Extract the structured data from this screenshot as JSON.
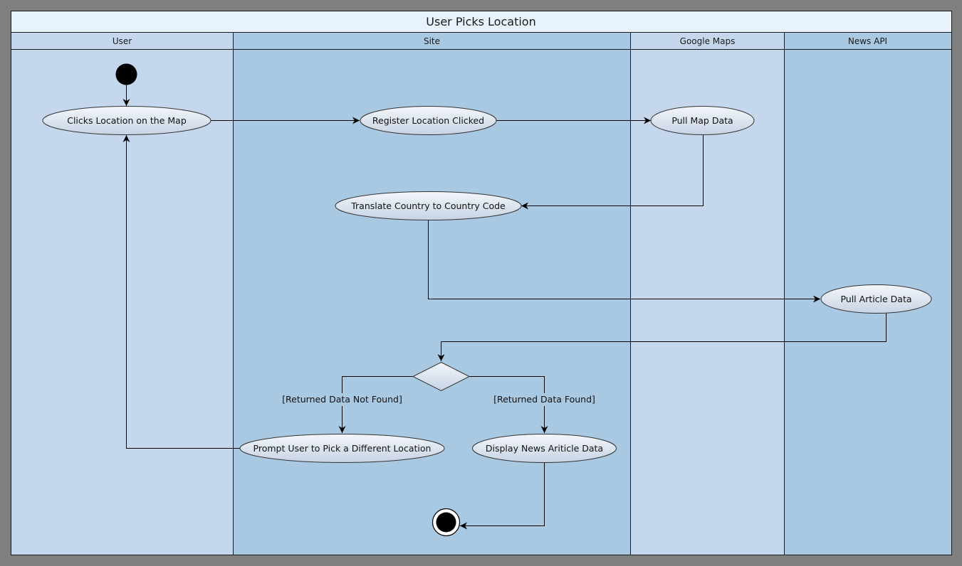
{
  "diagram": {
    "title": "User Picks Location",
    "colors": {
      "background": "#808080",
      "title_bar": "#e8f2fd",
      "lane_light": "#c4d7ec",
      "lane_dark": "#a9c8e2",
      "node_fill_top": "#f4f7fb",
      "node_fill_bottom": "#c7d3e4",
      "border": "#1a1a1a"
    },
    "lanes": [
      {
        "id": "user",
        "label": "User"
      },
      {
        "id": "site",
        "label": "Site"
      },
      {
        "id": "maps",
        "label": "Google Maps"
      },
      {
        "id": "news",
        "label": "News API"
      }
    ],
    "nodes": {
      "clicks": "Clicks Location on the Map",
      "register": "Register Location Clicked",
      "pull_map": "Pull Map Data",
      "translate": "Translate Country to Country Code",
      "pull_article": "Pull Article Data",
      "prompt": "Prompt User to Pick a Different Location",
      "display": "Display News Ariticle Data"
    },
    "guards": {
      "not_found": "[Returned Data Not Found]",
      "found": "[Returned Data Found]"
    }
  }
}
